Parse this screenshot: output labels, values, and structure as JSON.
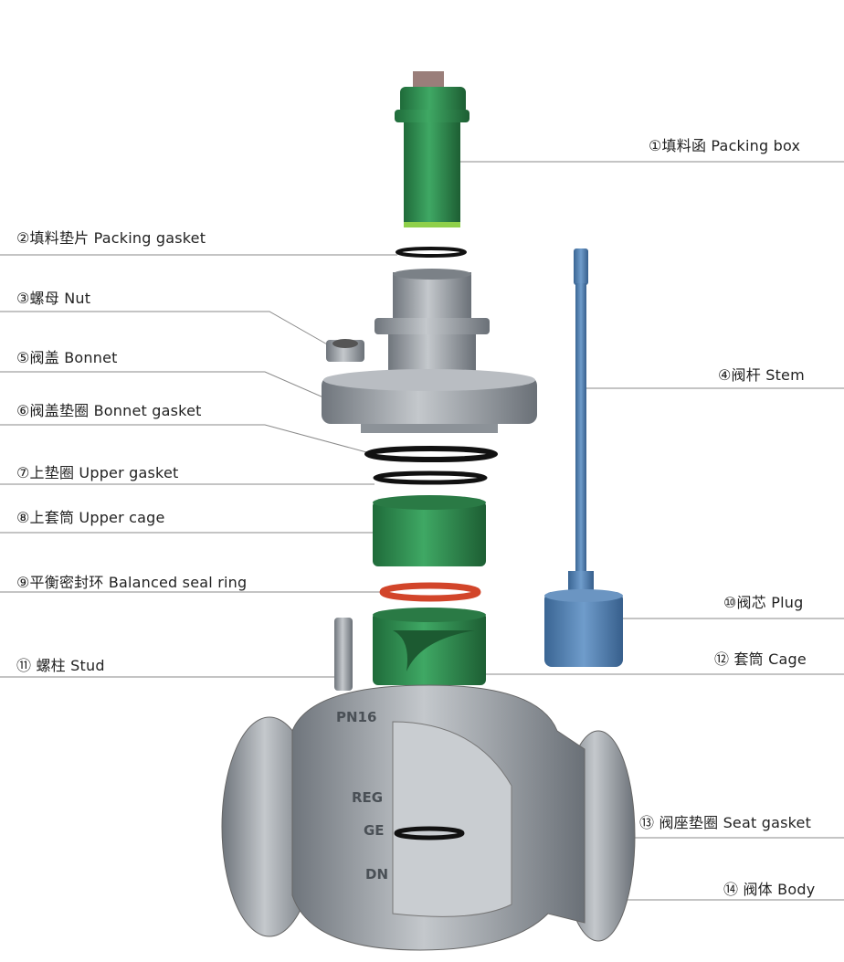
{
  "labels": {
    "packing_box": "①填料函  Packing box",
    "packing_gasket": "②填料垫片  Packing gasket",
    "nut": "③螺母  Nut",
    "stem": "④阀杆  Stem",
    "bonnet": "⑤阀盖  Bonnet",
    "bonnet_gasket": "⑥阀盖垫圈  Bonnet gasket",
    "upper_gasket": "⑦上垫圈  Upper gasket",
    "upper_cage": "⑧上套筒  Upper cage",
    "balanced_seal_ring": "⑨平衡密封环  Balanced seal ring",
    "plug": "⑩阀芯  Plug",
    "stud": "⑪ 螺柱  Stud",
    "cage": "⑫ 套筒  Cage",
    "seat_gasket": "⑬ 阀座垫圈  Seat gasket",
    "body": "⑭ 阀体  Body"
  },
  "body_markings": [
    "PN16",
    "REG",
    "GE",
    "DN"
  ],
  "colors": {
    "green": "#2f8a4e",
    "steel": "#9aa0a6",
    "blue": "#4a77a8",
    "seal": "#d2452a",
    "gasket": "#1a1a1a",
    "line": "#888888"
  }
}
